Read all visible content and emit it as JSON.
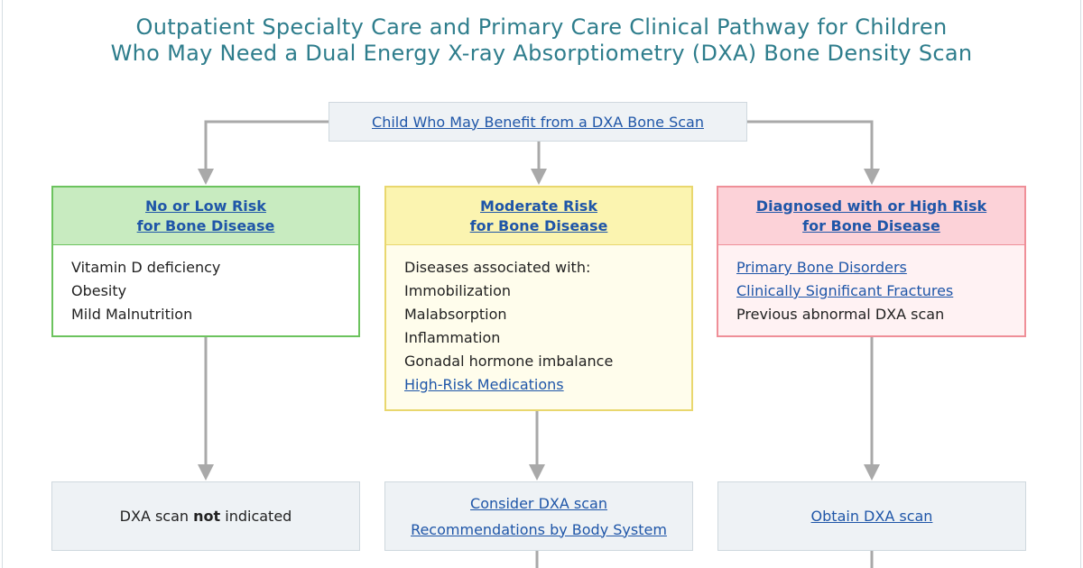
{
  "title": {
    "line1": "Outpatient Specialty Care and Primary Care Clinical Pathway for Children",
    "line2": "Who May Need a Dual Energy X-ray Absorptiometry (DXA) Bone Density Scan"
  },
  "start": {
    "label": "Child Who May Benefit from a DXA Bone Scan"
  },
  "columns": {
    "low": {
      "head_line1": "No or Low Risk",
      "head_line2": "for Bone Disease",
      "items": [
        "Vitamin D deficiency",
        "Obesity",
        "Mild Malnutrition"
      ],
      "result_prefix": "DXA scan ",
      "result_bold": "not",
      "result_suffix": " indicated",
      "head_color": "#c8ebc0",
      "border_color": "#6cc35e"
    },
    "moderate": {
      "head_line1": "Moderate Risk",
      "head_line2": "for Bone Disease",
      "intro": "Diseases associated with:",
      "items": [
        "Immobilization",
        "Malabsorption",
        "Inflammation",
        "Gonadal hormone imbalance"
      ],
      "link_item": "High-Risk Medications",
      "result_line1": "Consider DXA scan",
      "result_line2": "Recommendations by Body System",
      "head_color": "#fbf4b0",
      "border_color": "#e9d76e"
    },
    "high": {
      "head_line1": "Diagnosed with or High Risk",
      "head_line2": "for Bone Disease",
      "link_items": [
        "Primary Bone Disorders",
        "Clinically Significant Fractures"
      ],
      "plain_item": "Previous abnormal DXA scan",
      "result_line1": "Obtain DXA scan",
      "head_color": "#fcd2d8",
      "border_color": "#ef8f98"
    }
  },
  "colors": {
    "title": "#2e7d8c",
    "link": "#1f56a8",
    "connector": "#a9a9a9"
  }
}
